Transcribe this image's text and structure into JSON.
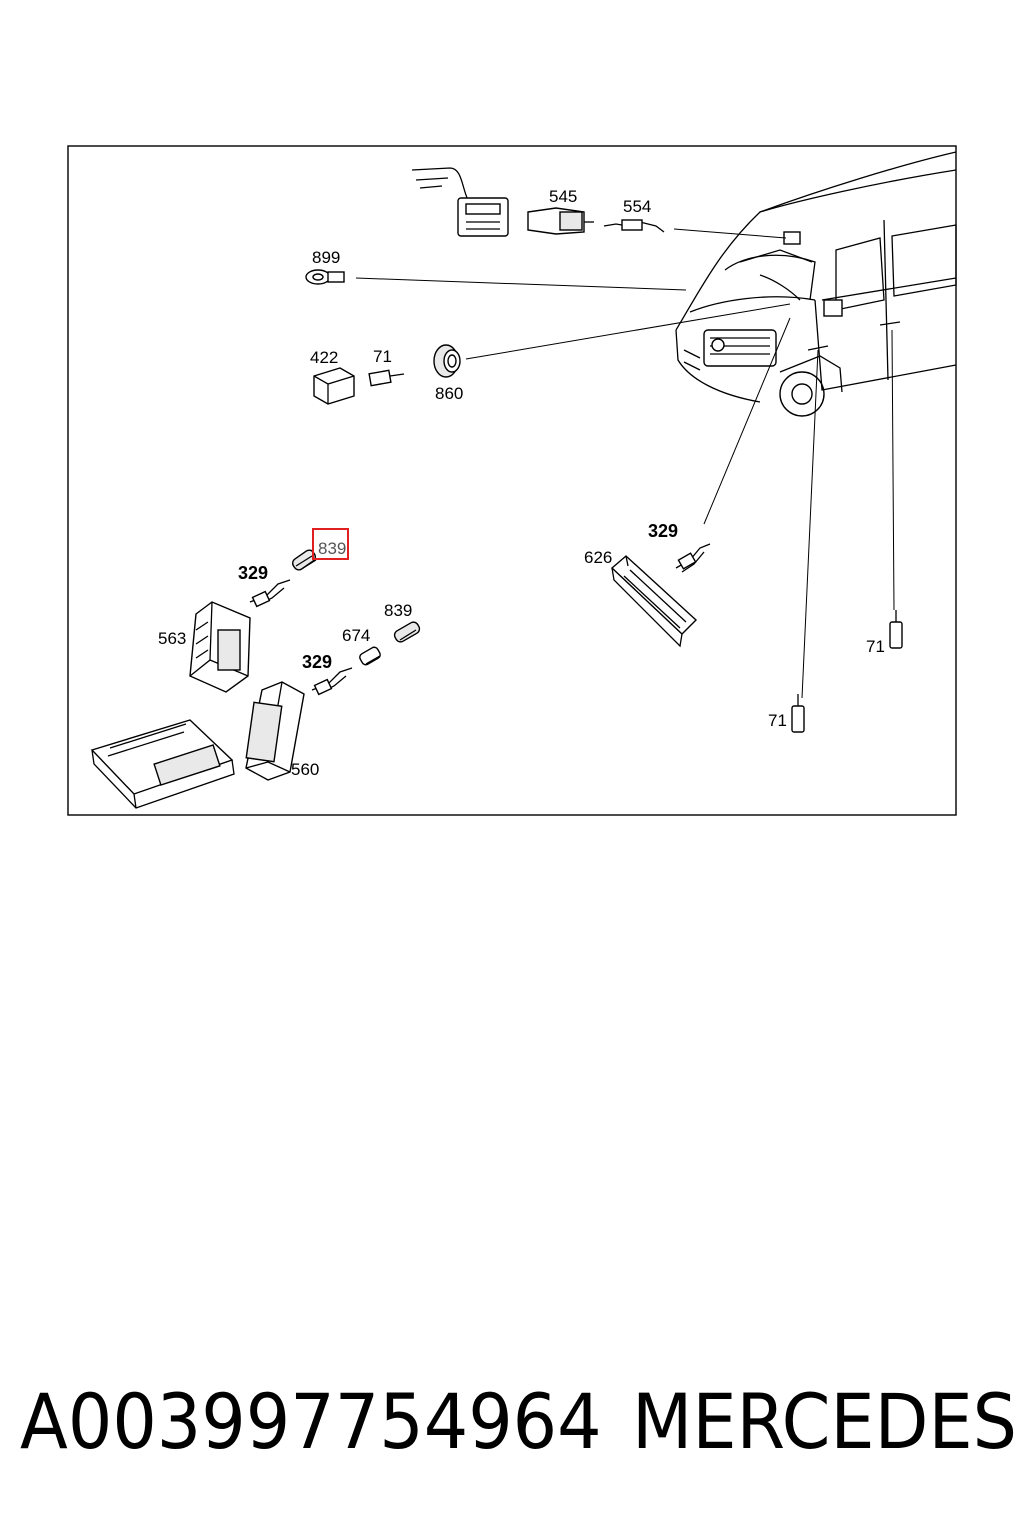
{
  "diagram": {
    "labels": {
      "l545": "545",
      "l554": "554",
      "l899": "899",
      "l422": "422",
      "l71a": "71",
      "l860": "860",
      "l839a": "839",
      "l329a": "329",
      "l563": "563",
      "l839b": "839",
      "l674": "674",
      "l329b": "329",
      "l560": "560",
      "l329c": "329",
      "l626": "626",
      "l71b": "71",
      "l71c": "71"
    },
    "highlight_color": "#e02020"
  },
  "footer": {
    "part_number": "A003997754964",
    "brand": "MERCEDES"
  }
}
